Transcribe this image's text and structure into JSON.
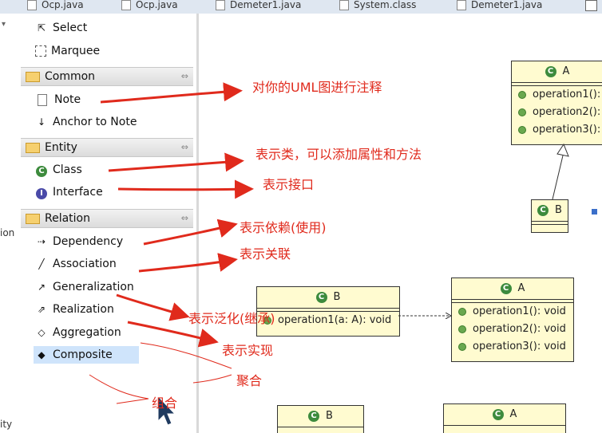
{
  "tabs": [
    "Ocp.java",
    "Ocp.java",
    "Demeter1.java",
    "System.class",
    "Demeter1.java"
  ],
  "left_strip": [
    "ion",
    "ity"
  ],
  "palette": {
    "tools": [
      "Select",
      "Marquee"
    ],
    "drawers": [
      {
        "label": "Common",
        "items": [
          "Note",
          "Anchor to Note"
        ]
      },
      {
        "label": "Entity",
        "items": [
          "Class",
          "Interface"
        ]
      },
      {
        "label": "Relation",
        "items": [
          "Dependency",
          "Association",
          "Generalization",
          "Realization",
          "Aggregation",
          "Composite"
        ]
      }
    ]
  },
  "classes": {
    "a_top": {
      "name": "A",
      "ops": [
        "operation1():",
        "operation2():",
        "operation3():"
      ]
    },
    "b_top": {
      "name": "B"
    },
    "b_mid": {
      "name": "B",
      "ops": [
        "operation1(a: A): void"
      ]
    },
    "a_mid": {
      "name": "A",
      "ops": [
        "operation1(): void",
        "operation2(): void",
        "operation3(): void"
      ]
    },
    "b_bottom": {
      "name": "B"
    },
    "a_bottom": {
      "name": "A"
    }
  },
  "annotations": {
    "note": "对你的UML图进行注释",
    "class": "表示类，可以添加属性和方法",
    "interface": "表示接口",
    "dependency": "表示依赖(使用)",
    "association": "表示关联",
    "generalization": "表示泛化(继承)",
    "realization": "表示实现",
    "aggregation": "聚合",
    "composite": "组合"
  },
  "colors": {
    "annotation": "#e02a1c",
    "class_fill": "#fffbd0",
    "selected": "#cfe4fb"
  }
}
